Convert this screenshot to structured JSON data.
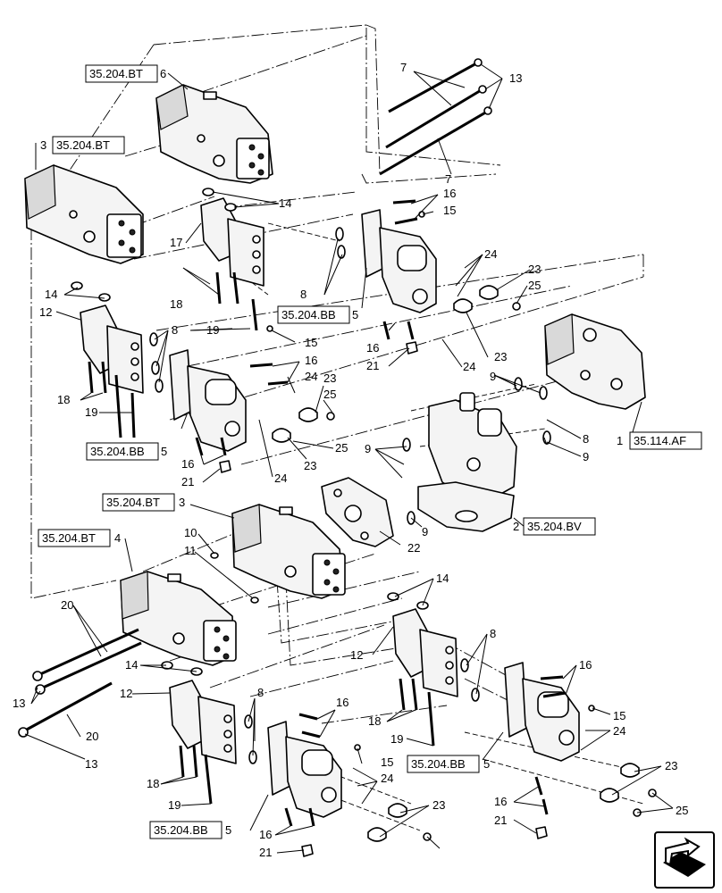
{
  "references": {
    "r6": "35.204.BT",
    "r3a": "35.204.BT",
    "r5a": "35.204.BB",
    "r5b": "35.204.BB",
    "r1": "35.114.AF",
    "r2": "35.204.BV",
    "r3b": "35.204.BT",
    "r4": "35.204.BT",
    "r5c": "35.204.BB",
    "r5d": "35.204.BB"
  },
  "callouts": {
    "c1": "1",
    "c2": "2",
    "c3a": "3",
    "c3b": "3",
    "c4": "4",
    "c5a": "5",
    "c5b": "5",
    "c5c": "5",
    "c5d": "5",
    "c6": "6",
    "c7a": "7",
    "c7b": "7",
    "c8a": "8",
    "c8b": "8",
    "c8c": "8",
    "c8d": "8",
    "c8e": "8",
    "c9a": "9",
    "c9b": "9",
    "c9c": "9",
    "c9d": "9",
    "c10": "10",
    "c11": "11",
    "c12a": "12",
    "c12b": "12",
    "c12c": "12",
    "c13a": "13",
    "c13b": "13",
    "c13c": "13",
    "c14a": "14",
    "c14b": "14",
    "c14c": "14",
    "c14d": "14",
    "c15a": "15",
    "c15b": "15",
    "c15c": "15",
    "c15d": "15",
    "c16a": "16",
    "c16b": "16",
    "c16c": "16",
    "c16d": "16",
    "c16e": "16",
    "c16f": "16",
    "c16g": "16",
    "c16h": "16",
    "c17": "17",
    "c18a": "18",
    "c18b": "18",
    "c18c": "18",
    "c18d": "18",
    "c19a": "19",
    "c19b": "19",
    "c19c": "19",
    "c19d": "19",
    "c20a": "20",
    "c20b": "20",
    "c21a": "21",
    "c21b": "21",
    "c21c": "21",
    "c21d": "21",
    "c22": "22",
    "c23a": "23",
    "c23b": "23",
    "c23c": "23",
    "c23d": "23",
    "c23e": "23",
    "c23f": "23",
    "c24a": "24",
    "c24b": "24",
    "c24c": "24",
    "c24d": "24",
    "c24e": "24",
    "c24f": "24",
    "c25a": "25",
    "c25b": "25",
    "c25c": "25",
    "c25d": "25"
  },
  "navigation_icon": "next-page-arrow-icon"
}
